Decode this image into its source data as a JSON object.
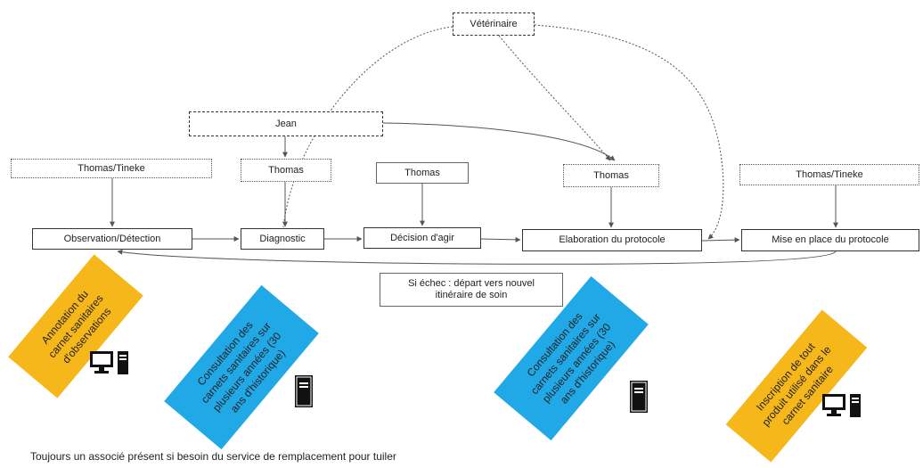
{
  "actors": {
    "veterinaire": "Vétérinaire",
    "jean": "Jean",
    "thomas_tineke_1": "Thomas/Tineke",
    "thomas_2": "Thomas",
    "thomas_3": "Thomas",
    "thomas_4": "Thomas",
    "thomas_tineke_5": "Thomas/Tineke"
  },
  "steps": {
    "observation": "Observation/Détection",
    "diagnostic": "Diagnostic",
    "decision": "Décision d'agir",
    "elaboration": "Elaboration du protocole",
    "mise_en_place": "Mise en place du protocole"
  },
  "failure_note": "Si échec : départ vers nouvel\nitinéraire de soin",
  "notes": {
    "annotation": "Annotation du\ncarnet sanitaires\nd'observations",
    "consultation_1": "Consultation des\ncarnets sanitaires sur\nplusieurs années (30\nans d'historique)",
    "consultation_2": "Consultation des\ncarnets sanitaires sur\nplusieurs années (30\nans d'historique)",
    "inscription": "Inscription de tout\nproduit utilisé dans le\ncarnet sanitaire"
  },
  "icons": {
    "computer_1": "computer-icon",
    "book_1": "book-icon",
    "book_2": "book-icon",
    "computer_2": "computer-icon"
  },
  "colors": {
    "orange": "#f6b71a",
    "blue": "#21a8e6"
  },
  "footer": "Toujours un associé présent si besoin du service de remplacement pour tuiler"
}
